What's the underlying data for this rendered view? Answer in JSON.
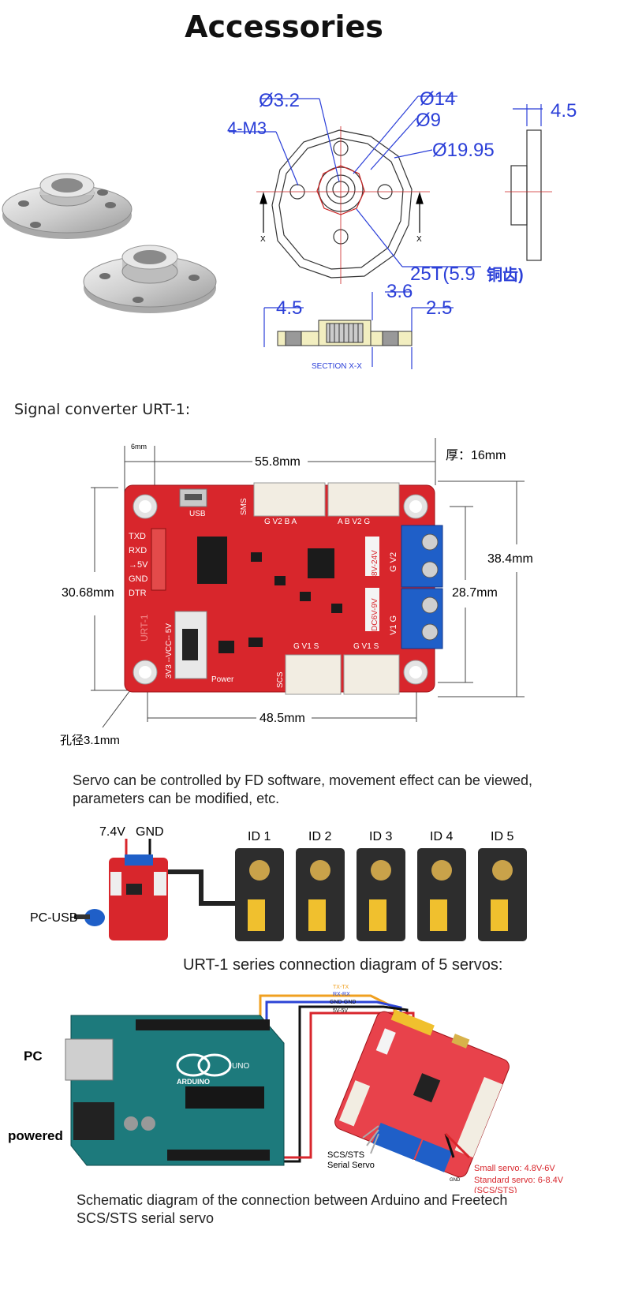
{
  "page_title": "Accessories",
  "horn_drawing": {
    "dim_hole": "Ø3.2",
    "dim_m3": "4-M3",
    "dim_14": "Ø14",
    "dim_9": "Ø9",
    "dim_1995": "Ø19.95",
    "dim_45_side": "4.5",
    "dim_teeth": "25T(5.9",
    "dim_teeth_cn": "铜齿)",
    "dim_36": "3.6",
    "dim_45_sec": "4.5",
    "dim_25": "2.5",
    "section_label": "SECTION X-X",
    "x_mark": "X"
  },
  "signal_label": "Signal converter URT-1:",
  "board": {
    "dim_6mm": "6mm",
    "dim_558": "55.8mm",
    "thickness": "厚：16mm",
    "dim_3068": "30.68mm",
    "dim_384": "38.4mm",
    "dim_287": "28.7mm",
    "dim_485": "48.5mm",
    "hole": "孔径3.1mm",
    "pins": [
      "TXD",
      "RXD",
      "→5V",
      "GND",
      "DTR"
    ],
    "usb": "USB",
    "sms": "SMS",
    "scs": "SCS",
    "power": "Power",
    "voltage1": "8V-24V",
    "voltage2": "DC6V-9V",
    "vcc": "3V3 --VCC-- 5V",
    "urt": "URT-1",
    "top_header_a": "G V2 B A",
    "top_header_b": "A B V2 G",
    "bottom_header_a": "G V1 S",
    "bottom_header_b": "G V1 S",
    "terminal_v2": "G V2",
    "terminal_v1": "V1 G"
  },
  "paragraph": "Servo can be controlled by FD software, movement effect can be viewed, parameters can be modified, etc.",
  "connection": {
    "v74": "7.4V",
    "gnd": "GND",
    "pcusb": "PC-USB",
    "ids": [
      "ID 1",
      "ID 2",
      "ID 3",
      "ID 4",
      "ID 5"
    ]
  },
  "caption1": "URT-1 series connection diagram of 5 servos:",
  "arduino": {
    "pc": "PC",
    "powered": "powered",
    "wire_labels": [
      "TX-TX",
      "RX-RX",
      "GND-GND",
      "5V-5V"
    ],
    "scs_servo": "SCS/STS\nSerial Servo",
    "small_servo": "Small servo: 4.8V-6V",
    "standard_servo": "Standard servo: 6-8.4V",
    "scs_sts": "(SCS/STS)",
    "gnd_small": "GND",
    "uno": "UNO",
    "arduino_logo": "ARDUINO"
  },
  "caption2": "Schematic diagram of the connection between Arduino and Freetech SCS/STS serial servo",
  "colors": {
    "board_red": "#d8262c",
    "terminal_blue": "#1f5fc8",
    "arduino_teal": "#1d7a7c",
    "dim_blue": "#2b3fd8"
  }
}
